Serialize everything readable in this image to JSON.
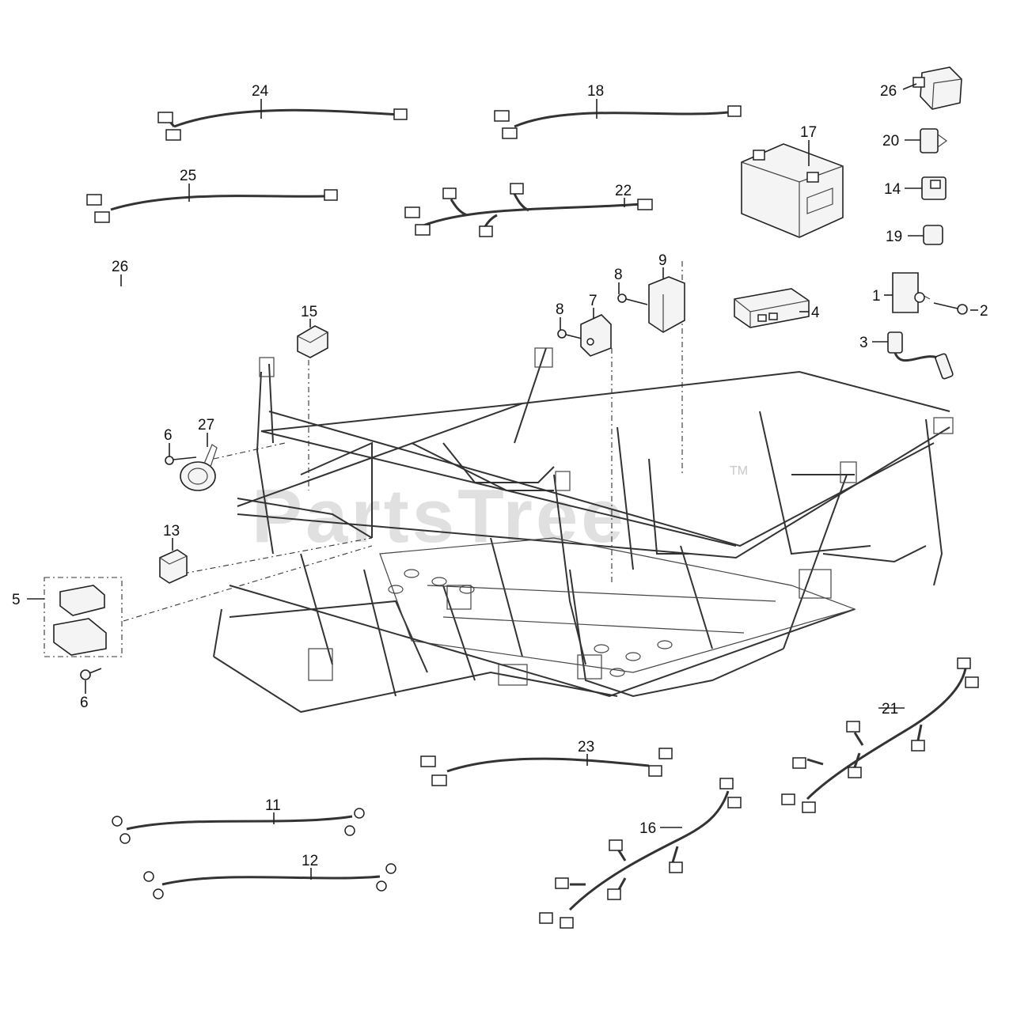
{
  "watermark": {
    "text": "PartsTree",
    "mark": "TM"
  },
  "callouts": [
    {
      "id": "c1",
      "label": "1"
    },
    {
      "id": "c2",
      "label": "2"
    },
    {
      "id": "c3",
      "label": "3"
    },
    {
      "id": "c4",
      "label": "4"
    },
    {
      "id": "c5",
      "label": "5"
    },
    {
      "id": "c6a",
      "label": "6"
    },
    {
      "id": "c6b",
      "label": "6"
    },
    {
      "id": "c7",
      "label": "7"
    },
    {
      "id": "c8a",
      "label": "8"
    },
    {
      "id": "c8b",
      "label": "8"
    },
    {
      "id": "c9",
      "label": "9"
    },
    {
      "id": "c11",
      "label": "11"
    },
    {
      "id": "c12",
      "label": "12"
    },
    {
      "id": "c13",
      "label": "13"
    },
    {
      "id": "c14",
      "label": "14"
    },
    {
      "id": "c15",
      "label": "15"
    },
    {
      "id": "c16",
      "label": "16"
    },
    {
      "id": "c17",
      "label": "17"
    },
    {
      "id": "c18",
      "label": "18"
    },
    {
      "id": "c19",
      "label": "19"
    },
    {
      "id": "c20",
      "label": "20"
    },
    {
      "id": "c21",
      "label": "21"
    },
    {
      "id": "c22",
      "label": "22"
    },
    {
      "id": "c23",
      "label": "23"
    },
    {
      "id": "c24",
      "label": "24"
    },
    {
      "id": "c25",
      "label": "25"
    },
    {
      "id": "c26a",
      "label": "26"
    },
    {
      "id": "c26b",
      "label": "26"
    },
    {
      "id": "c27",
      "label": "27"
    }
  ]
}
